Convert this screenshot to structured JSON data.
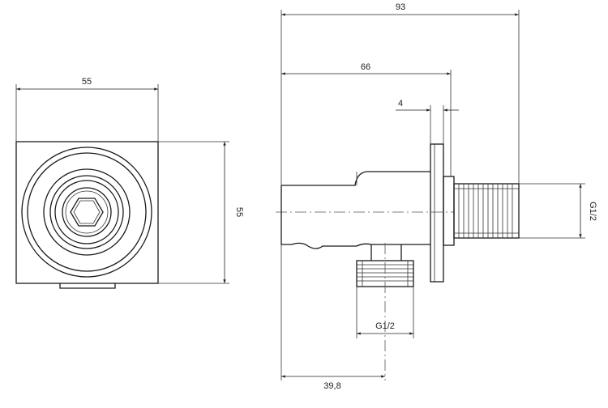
{
  "front_view": {
    "width_dim": "55",
    "height_dim": "55"
  },
  "side_view": {
    "overall_length_dim": "93",
    "body_length_dim": "66",
    "flange_thickness_dim": "4",
    "thread_right_dim": "G1/2",
    "thread_bottom_dim": "G1/2",
    "outlet_offset_dim": "39,8"
  }
}
